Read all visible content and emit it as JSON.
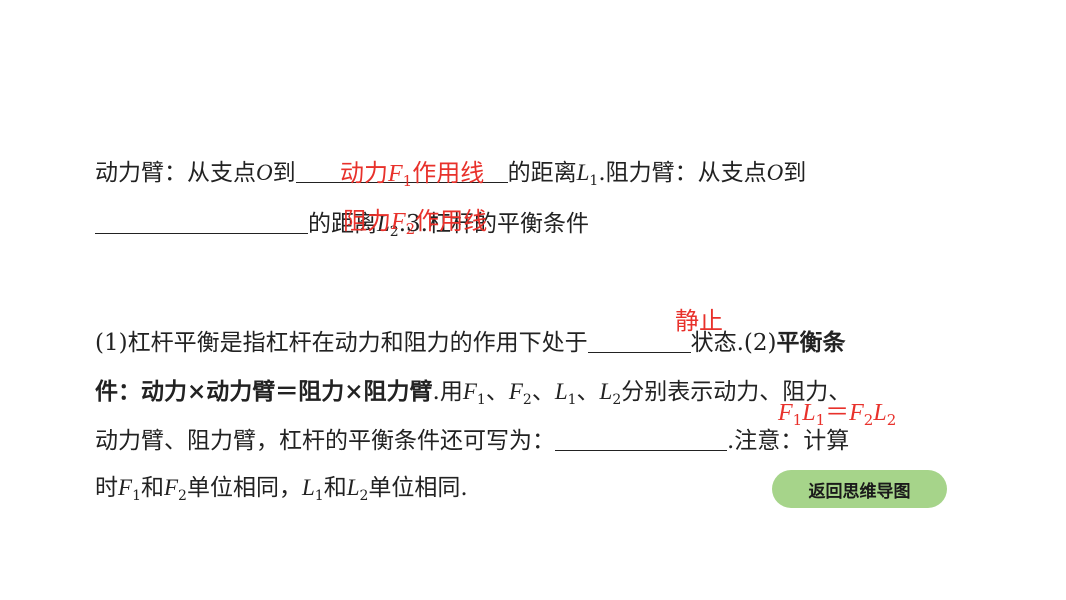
{
  "line1": {
    "a": "动力臂：从支点",
    "o1": "O",
    "b": "到",
    "c": "的距离",
    "L": "L",
    "sub1": "1",
    "d": ".阻力臂：从支点",
    "o2": "O",
    "e": "到"
  },
  "line2": {
    "a": "的距离",
    "L": "L",
    "sub2": "2",
    "b": ".3.杠杆的平衡条件"
  },
  "line3": {
    "a": "(1)杠杆平衡是指杠杆在动力和阻力的作用下处于",
    "b": "状态.(2)",
    "c": "平衡条"
  },
  "line4": {
    "bold": "件：动力×动力臂＝阻力×阻力臂",
    "a": ".用",
    "F": "F",
    "s1": "1",
    "sep1": "、",
    "F2": "F",
    "s2": "2",
    "sep2": "、",
    "L1": "L",
    "s3": "1",
    "sep3": "、",
    "L2": "L",
    "s4": "2",
    "b": "分别表示动力、阻力、"
  },
  "line5": {
    "a": "动力臂、阻力臂，杠杆的平衡条件还可写为：",
    "b": ".注意：计算"
  },
  "line6": {
    "a": "时",
    "F1": "F",
    "s1": "1",
    "b": "和",
    "F2": "F",
    "s2": "2",
    "c": "单位相同，",
    "L1": "L",
    "s3": "1",
    "d": "和",
    "L2": "L",
    "s4": "2",
    "e": "单位相同."
  },
  "answers": {
    "ans1_a": "动力",
    "ans1_F": "F",
    "ans1_sub": "1",
    "ans1_b": "作用线",
    "ans2_a": "阻力",
    "ans2_F": "F",
    "ans2_sub": "2",
    "ans2_b": "作用线",
    "ans3": "静止",
    "ans4_F1": "F",
    "ans4_s1": "1",
    "ans4_L1": "L",
    "ans4_s2": "1",
    "ans4_eq": "＝",
    "ans4_F2": "F",
    "ans4_s3": "2",
    "ans4_L2": "L",
    "ans4_s4": "2"
  },
  "nav": {
    "back_button": "返回思维导图"
  },
  "colors": {
    "answer": "#e8312b",
    "button_bg": "#a6d48a"
  }
}
